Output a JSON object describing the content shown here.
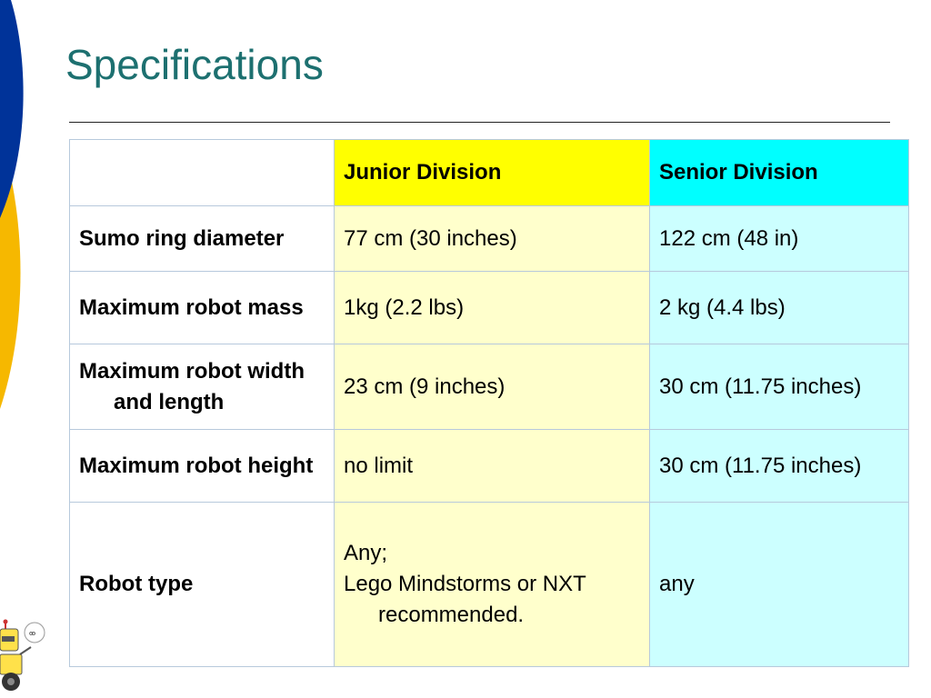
{
  "slide": {
    "title": "Specifications"
  },
  "table": {
    "header": {
      "blank": "",
      "junior": "Junior Division",
      "senior": "Senior Division"
    },
    "rows": [
      {
        "label": "Sumo ring diameter",
        "junior": "77 cm (30 inches)",
        "senior": "122 cm (48 in)"
      },
      {
        "label": "Maximum robot mass",
        "junior": "1kg (2.2 lbs)",
        "senior": "2 kg (4.4 lbs)"
      },
      {
        "label": "Maximum robot width and length",
        "junior": "23 cm (9 inches)",
        "senior": "30 cm (11.75 inches)"
      },
      {
        "label": "Maximum robot height",
        "junior": "no limit",
        "senior": "30 cm (11.75 inches)"
      },
      {
        "label": "Robot type",
        "junior_line1": "Any;",
        "junior_line2": "Lego Mindstorms or NXT recommended.",
        "senior": "any"
      }
    ]
  },
  "colors": {
    "title": "#1d7070",
    "junior_header": "#ffff00",
    "junior_cell": "#ffffcc",
    "senior_header": "#00ffff",
    "senior_cell": "#ccffff",
    "deco_blue": "#003399",
    "deco_yellow": "#f6b800"
  },
  "icons": {
    "decoration": "blue-yellow-arc-decoration",
    "mascot": "robot-mascot-icon"
  }
}
